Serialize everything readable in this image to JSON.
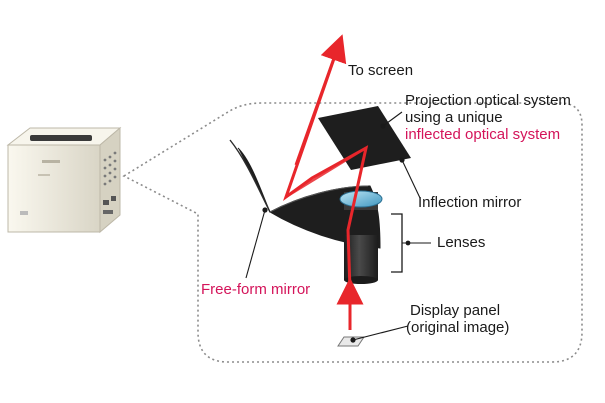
{
  "labels": {
    "to_screen": "To screen",
    "projection_line1": "Projection optical system",
    "projection_line2": "using a unique",
    "projection_line3": "inflected optical system",
    "inflection_mirror": "Inflection mirror",
    "lenses": "Lenses",
    "free_form_mirror": "Free-form mirror",
    "display_panel_line1": "Display panel",
    "display_panel_line2": "(original image)"
  },
  "colors": {
    "ray": "#e8262b",
    "highlight_text": "#d4145a",
    "mirror": "#1e1e1e",
    "lens_body": "#2e2e2e",
    "lens_glass": "#5aaed0",
    "callout_border": "#8c8c8c",
    "projector_body": "#f1eee3"
  },
  "icons": {
    "projector": "projector-icon"
  }
}
